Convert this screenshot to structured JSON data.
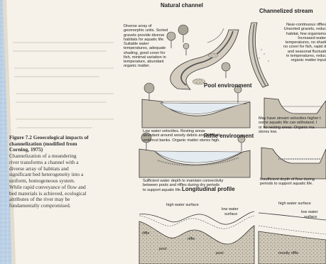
{
  "headings": {
    "natural": "Natural channel",
    "channelized": "Channelized stream",
    "pool": "Pool environment",
    "riffle": "Riffle environment",
    "profile": "Longitudinal profile"
  },
  "descriptions": {
    "natural": [
      "Diverse array of",
      "geomorphic units. Sorted",
      "gravels provide diverse",
      "habitats for aquatic life.",
      "Suitable water",
      "temperatures, adequate",
      "shading, good cover for",
      "fish, minimal variation in",
      "temperature, abundant",
      "organic matter."
    ],
    "channelized": [
      "Near-continuous riffles",
      "Unsorted gravels, reduc",
      "habitat, few organisms",
      "Increased water",
      "temperatures, no shadi",
      "no cover for fish, rapid d",
      "and seasonal fluctuati",
      "in temperatures, reduc",
      "organic matter input"
    ],
    "pool_natural": [
      "Low water velocities. Resting areas",
      "abundant around woody debris and beneath",
      "undercut banks. Organic matter stores high."
    ],
    "pool_channelized": [
      "May have stream velocities higher t",
      "some aquatic life can withstand. I",
      "or no resting areas. Organic ma",
      "stores low."
    ],
    "riffle_natural": [
      "Sufficient water depth to maintain connectivity",
      "between pools and riffles during dry periods",
      "to support aquatic life."
    ],
    "riffle_channelized": [
      "Insufficient depth of flow during",
      "periods to support aquatic life."
    ]
  },
  "profile_labels": {
    "high_water_left": "high water surface",
    "low_water_left": "low water",
    "low_water_left2": "surface",
    "riffle_a": "riffle",
    "pool_a": "pool",
    "riffle_b": "riffle",
    "pool_b": "pool",
    "high_water_right": "high water surface",
    "low_water_right": "low water",
    "low_water_right2": "surface",
    "mostly_riffle": "mostly riffle"
  },
  "caption": {
    "title_lines": [
      "Figure 7.2  Geoecological impacts of",
      "channelization (modified from",
      "Corning, 1975)"
    ],
    "body_lines": [
      "Channelization of a meandering",
      "river transforms a channel with a",
      "diverse array of habitats and",
      "significant bed heterogeneity into a",
      "uniform, homogeneous system.",
      "While rapid conveyance of flow and",
      "bed materials is achieved, ecological",
      "attributes of the river may be",
      "fundamentally compromised."
    ]
  },
  "colors": {
    "desk_background": "#bfd3e7",
    "paper": "#f6f2ea",
    "ink": "#222222",
    "ground": "#c9c2b2",
    "water": "#e4ecf1"
  }
}
